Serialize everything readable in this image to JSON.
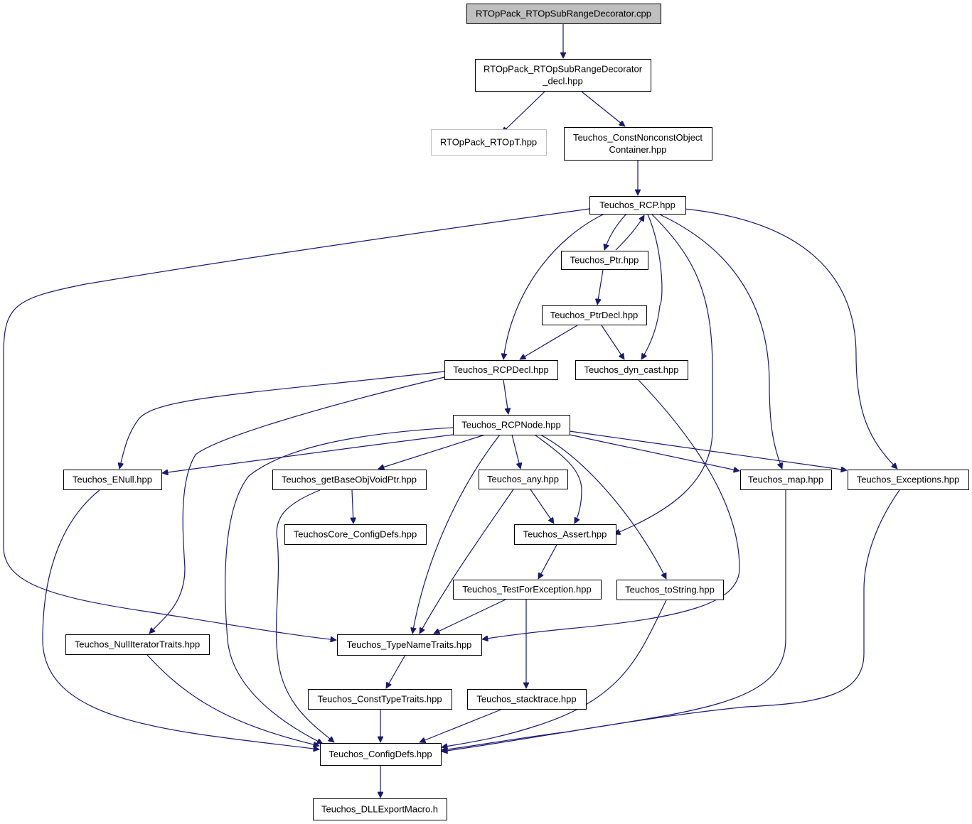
{
  "colors": {
    "edge": "#191970",
    "root_fill": "#bfbfbf",
    "external_border": "#bfbfbf",
    "node_border": "#000000",
    "background": "#ffffff"
  },
  "nodes": {
    "root": [
      "RTOpPack_RTOpSubRangeDecorator.cpp"
    ],
    "decl": [
      "RTOpPack_RTOpSubRangeDecorator",
      "_decl.hpp"
    ],
    "rtopt": [
      "RTOpPack_RTOpT.hpp"
    ],
    "cnoc": [
      "Teuchos_ConstNonconstObject",
      "Container.hpp"
    ],
    "rcp": [
      "Teuchos_RCP.hpp"
    ],
    "ptr": [
      "Teuchos_Ptr.hpp"
    ],
    "ptrdecl": [
      "Teuchos_PtrDecl.hpp"
    ],
    "rcpdecl": [
      "Teuchos_RCPDecl.hpp"
    ],
    "dyncast": [
      "Teuchos_dyn_cast.hpp"
    ],
    "rcpnode": [
      "Teuchos_RCPNode.hpp"
    ],
    "enull": [
      "Teuchos_ENull.hpp"
    ],
    "getbase": [
      "Teuchos_getBaseObjVoidPtr.hpp"
    ],
    "any": [
      "Teuchos_any.hpp"
    ],
    "map": [
      "Teuchos_map.hpp"
    ],
    "exceptions": [
      "Teuchos_Exceptions.hpp"
    ],
    "coreconfig": [
      "TeuchosCore_ConfigDefs.hpp"
    ],
    "assert": [
      "Teuchos_Assert.hpp"
    ],
    "testfor": [
      "Teuchos_TestForException.hpp"
    ],
    "tostring": [
      "Teuchos_toString.hpp"
    ],
    "nulliter": [
      "Teuchos_NullIteratorTraits.hpp"
    ],
    "typename": [
      "Teuchos_TypeNameTraits.hpp"
    ],
    "consttype": [
      "Teuchos_ConstTypeTraits.hpp"
    ],
    "stacktrace": [
      "Teuchos_stacktrace.hpp"
    ],
    "configdefs": [
      "Teuchos_ConfigDefs.hpp"
    ],
    "dllexport": [
      "Teuchos_DLLExportMacro.h"
    ]
  },
  "edges": [
    [
      "root",
      "decl"
    ],
    [
      "decl",
      "rtopt"
    ],
    [
      "decl",
      "cnoc"
    ],
    [
      "cnoc",
      "rcp"
    ],
    [
      "rcp",
      "ptr"
    ],
    [
      "ptr",
      "rcp"
    ],
    [
      "rcp",
      "rcpdecl"
    ],
    [
      "rcp",
      "dyncast"
    ],
    [
      "rcp",
      "assert"
    ],
    [
      "rcp",
      "map"
    ],
    [
      "rcp",
      "exceptions"
    ],
    [
      "rcp",
      "typename"
    ],
    [
      "ptr",
      "ptrdecl"
    ],
    [
      "ptrdecl",
      "rcpdecl"
    ],
    [
      "ptrdecl",
      "dyncast"
    ],
    [
      "rcpdecl",
      "rcpnode"
    ],
    [
      "rcpdecl",
      "enull"
    ],
    [
      "rcpdecl",
      "nulliter"
    ],
    [
      "dyncast",
      "typename"
    ],
    [
      "rcpnode",
      "enull"
    ],
    [
      "rcpnode",
      "getbase"
    ],
    [
      "rcpnode",
      "any"
    ],
    [
      "rcpnode",
      "assert"
    ],
    [
      "rcpnode",
      "map"
    ],
    [
      "rcpnode",
      "exceptions"
    ],
    [
      "rcpnode",
      "tostring"
    ],
    [
      "rcpnode",
      "typename"
    ],
    [
      "rcpnode",
      "configdefs"
    ],
    [
      "getbase",
      "coreconfig"
    ],
    [
      "getbase",
      "configdefs"
    ],
    [
      "any",
      "assert"
    ],
    [
      "any",
      "typename"
    ],
    [
      "assert",
      "testfor"
    ],
    [
      "testfor",
      "typename"
    ],
    [
      "testfor",
      "stacktrace"
    ],
    [
      "enull",
      "configdefs"
    ],
    [
      "map",
      "configdefs"
    ],
    [
      "exceptions",
      "configdefs"
    ],
    [
      "tostring",
      "configdefs"
    ],
    [
      "nulliter",
      "configdefs"
    ],
    [
      "typename",
      "consttype"
    ],
    [
      "consttype",
      "configdefs"
    ],
    [
      "stacktrace",
      "configdefs"
    ],
    [
      "configdefs",
      "dllexport"
    ]
  ]
}
